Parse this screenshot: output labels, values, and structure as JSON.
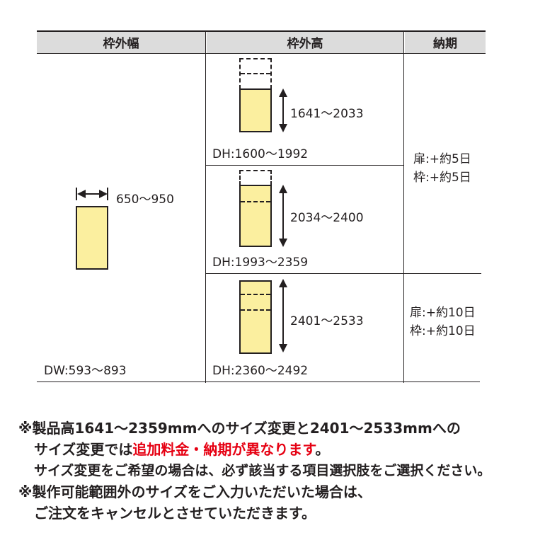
{
  "table": {
    "headers": {
      "width": "枠外幅",
      "height": "枠外高",
      "lead_time": "納期"
    },
    "width_col": {
      "range": "650〜950",
      "dw": "DW:593〜893"
    },
    "rows": [
      {
        "range": "1641〜2033",
        "dh": "DH:1600〜1992"
      },
      {
        "range": "2034〜2400",
        "dh": "DH:1993〜2359"
      },
      {
        "range": "2401〜2533",
        "dh": "DH:2360〜2492"
      }
    ],
    "lead": [
      {
        "door": "扉:+約5日",
        "frame": "枠:+約5日"
      },
      {
        "door": "扉:+約10日",
        "frame": "枠:+約10日"
      }
    ]
  },
  "notes": {
    "line1": "※製品高1641〜2359mmへのサイズ変更と2401〜2533mmへの",
    "line2_prefix": "サイズ変更では",
    "line2_red": "追加料金・納期が異なります",
    "line2_suffix": "。",
    "line3": "サイズ変更をご希望の場合は、必ず該当する項目選択肢をご選択ください。",
    "line4": "※製作可能範囲外のサイズをご入力いただいた場合は、",
    "line5": "ご注文をキャンセルとさせていただきます。"
  },
  "colors": {
    "panel_fill": "#fbef9f",
    "header_bg": "#dcdcdc",
    "accent_red": "#e60012"
  }
}
